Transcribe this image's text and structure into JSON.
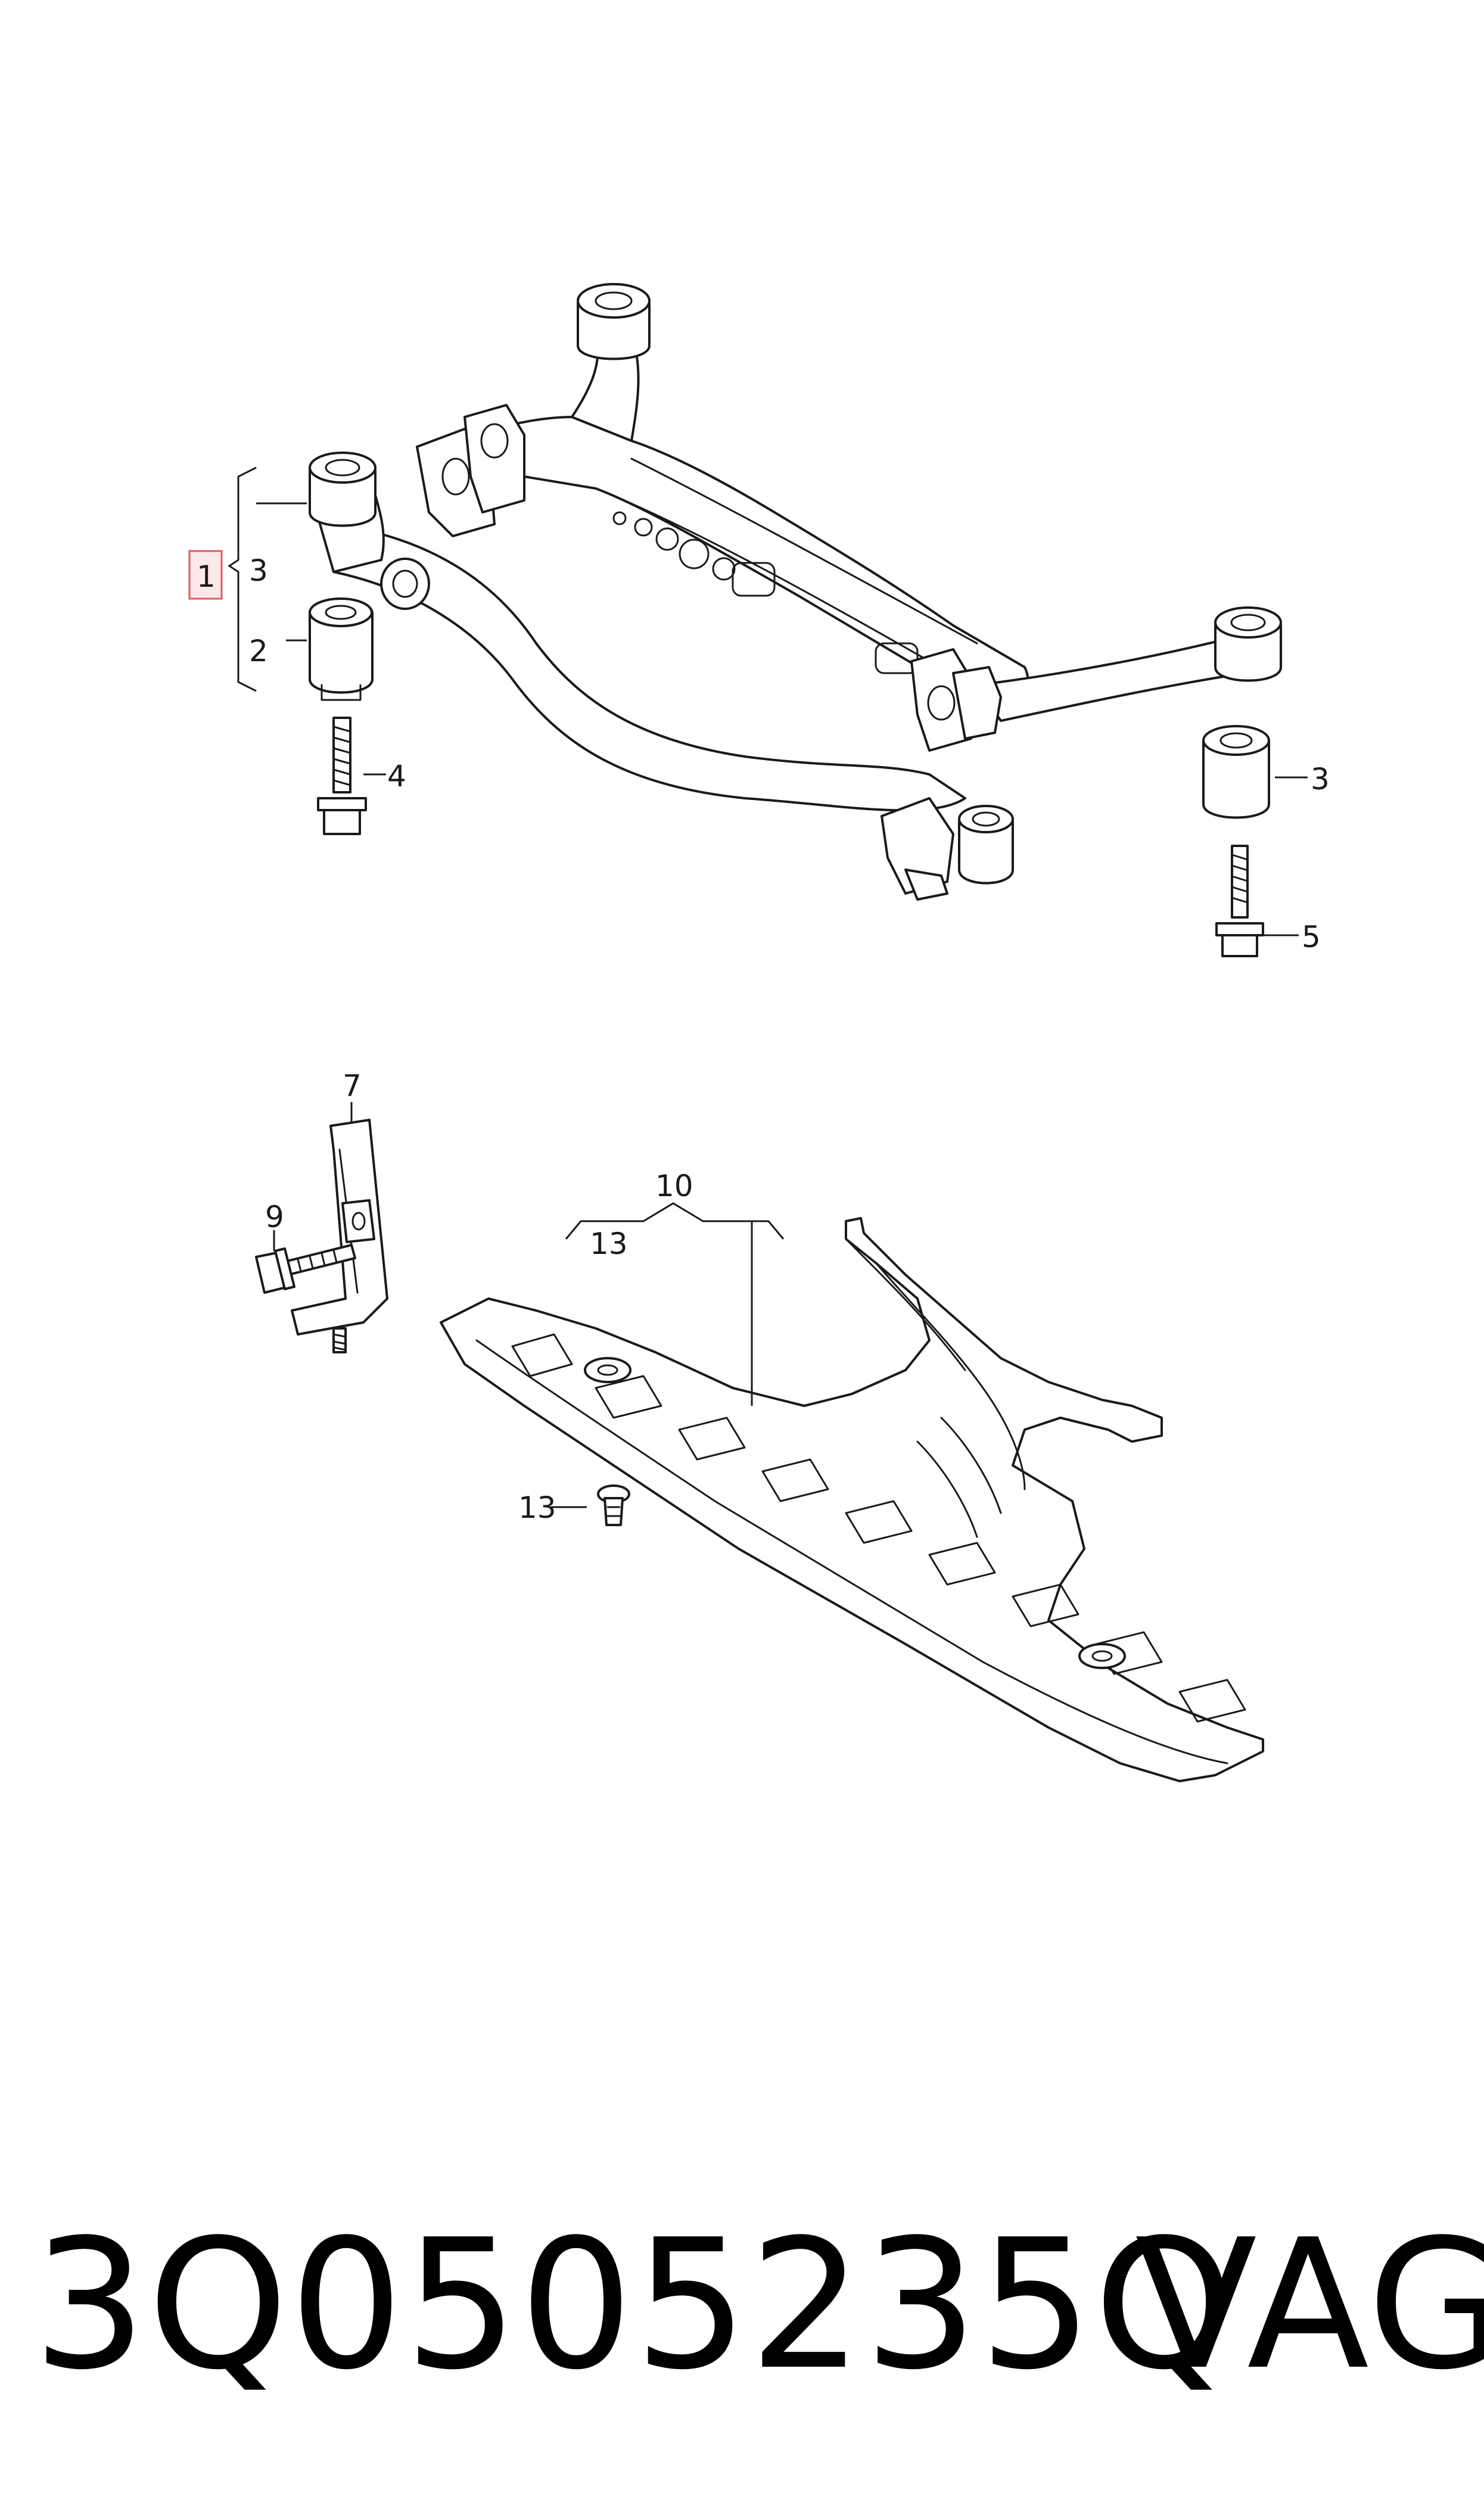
{
  "callouts": {
    "item_1": "1",
    "item_2": "2",
    "item_3_left": "3",
    "item_3_right": "3",
    "item_4": "4",
    "item_5": "5",
    "item_7": "7",
    "item_9": "9",
    "item_10": "10",
    "item_13_bracket": "13",
    "item_13_clip": "13"
  },
  "footer": {
    "part_number": "3Q0505235Q",
    "brand": "VAG"
  },
  "colors": {
    "line": "#1a1a1a",
    "highlight_fill": "#fde8ea",
    "highlight_border": "#e05a6a"
  }
}
